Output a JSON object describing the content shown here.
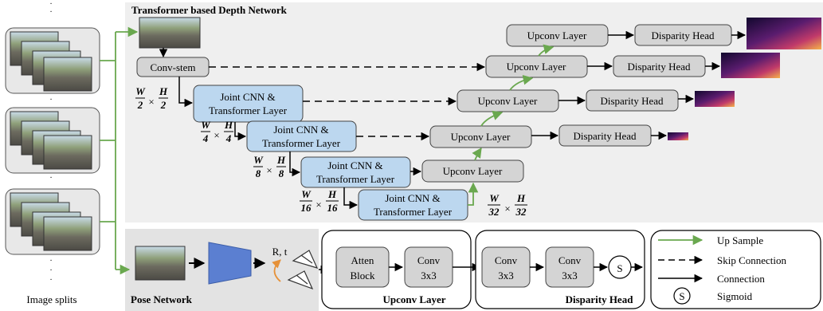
{
  "title": "Transformer based Depth Network",
  "labels": {
    "conv_stem": "Conv-stem",
    "joint_l1": "Joint CNN &",
    "joint_l2": "Transformer Layer",
    "upconv": "Upconv Layer",
    "disparity": "Disparity Head",
    "image_splits": "Image splits",
    "pose_network": "Pose Network",
    "rt": "R, t",
    "atten_l1": "Atten",
    "atten_l2": "Block",
    "conv_l1": "Conv",
    "conv_l2": "3x3",
    "upconv_panel": "Upconv Layer",
    "disparity_panel": "Disparity Head",
    "sigmoid_symbol": "S"
  },
  "scales": {
    "s2": {
      "num": "W",
      "den": "2",
      "num2": "H",
      "den2": "2"
    },
    "s4": {
      "num": "W",
      "den": "4",
      "num2": "H",
      "den2": "4"
    },
    "s8": {
      "num": "W",
      "den": "8",
      "num2": "H",
      "den2": "8"
    },
    "s16": {
      "num": "W",
      "den": "16",
      "num2": "H",
      "den2": "16"
    },
    "s32": {
      "num": "W",
      "den": "32",
      "num2": "H",
      "den2": "32"
    },
    "times": "×"
  },
  "legend": {
    "up_sample": "Up Sample",
    "skip": "Skip Connection",
    "connection": "Connection",
    "sigmoid": "Sigmoid",
    "sigmoid_symbol": "S"
  },
  "colors": {
    "joint_fill": "#bcd7ef",
    "gray_fill": "#d4d4d4",
    "green": "#6aa84f",
    "panel_bg": "#efefef",
    "pose_trap": "#5b7fd1",
    "orange": "#e69138"
  }
}
